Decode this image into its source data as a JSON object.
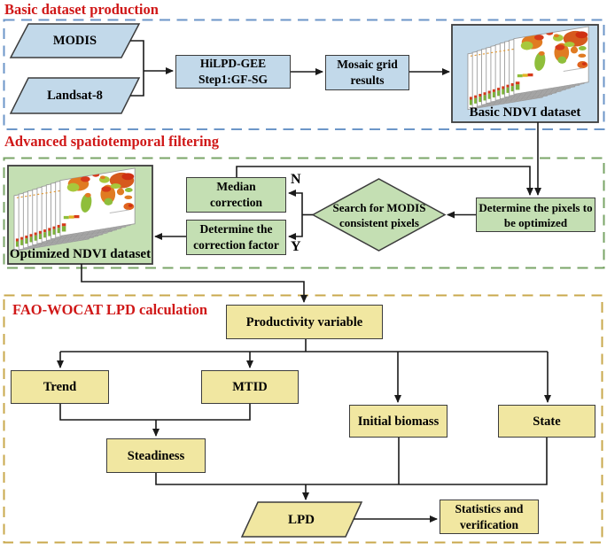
{
  "colors": {
    "blue_fill": "#c2d9ea",
    "green_fill": "#c4dfb3",
    "yellow_fill": "#f1e7a1",
    "blue_dash": "#6c96c8",
    "green_dash": "#7aa567",
    "yellow_dash": "#c9a84c",
    "title_red": "#d01818",
    "line": "#1a1a1a",
    "node_border": "#3c3c3c",
    "map_green": "#8fbe3b",
    "map_orange": "#e07b22",
    "map_red": "#d63a1a"
  },
  "sections": {
    "basic": {
      "title": "Basic dataset production",
      "modis": "MODIS",
      "landsat": "Landsat-8",
      "hilpd_line1": "HiLPD-GEE",
      "hilpd_line2": "Step1:GF-SG",
      "mosaic_line1": "Mosaic grid",
      "mosaic_line2": "results",
      "dataset_label": "Basic NDVI dataset"
    },
    "filtering": {
      "title": "Advanced spatiotemporal filtering",
      "dataset_label": "Optimized NDVI dataset",
      "median_line1": "Median",
      "median_line2": "correction",
      "factor_line1": "Determine the",
      "factor_line2": "correction factor",
      "diamond_line1": "Search for MODIS",
      "diamond_line2": "consistent pixels",
      "pixels_line1": "Determine the pixels to",
      "pixels_line2": "be optimized",
      "branch_no": "N",
      "branch_yes": "Y"
    },
    "lpd": {
      "title": "FAO-WOCAT LPD calculation",
      "productivity": "Productivity variable",
      "trend": "Trend",
      "mtid": "MTID",
      "initial_biomass": "Initial biomass",
      "state": "State",
      "steadiness": "Steadiness",
      "lpd": "LPD",
      "stats_line1": "Statistics and",
      "stats_line2": "verification"
    }
  }
}
